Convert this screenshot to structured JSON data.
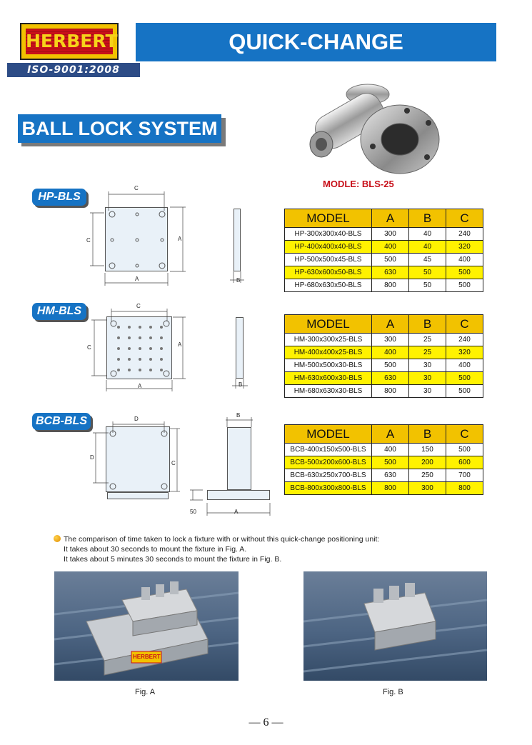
{
  "header": {
    "logo_text": "HERBERT",
    "iso": "ISO-9001:2008",
    "title": "QUICK-CHANGE"
  },
  "section_title": "BALL LOCK SYSTEM",
  "model_label": "MODLE:  BLS-25",
  "hp": {
    "tag": "HP-BLS",
    "dims": {
      "c_top": "C",
      "c_left": "C",
      "a_right": "A",
      "a_bottom": "A",
      "b": "B"
    },
    "headers": [
      "MODEL",
      "A",
      "B",
      "C"
    ],
    "rows": [
      [
        "HP-300x300x40-BLS",
        "300",
        "40",
        "240"
      ],
      [
        "HP-400x400x40-BLS",
        "400",
        "40",
        "320"
      ],
      [
        "HP-500x500x45-BLS",
        "500",
        "45",
        "400"
      ],
      [
        "HP-630x600x50-BLS",
        "630",
        "50",
        "500"
      ],
      [
        "HP-680x630x50-BLS",
        "800",
        "50",
        "500"
      ]
    ]
  },
  "hm": {
    "tag": "HM-BLS",
    "dims": {
      "c_top": "C",
      "c_left": "C",
      "a_right": "A",
      "a_bottom": "A",
      "b": "B"
    },
    "headers": [
      "MODEL",
      "A",
      "B",
      "C"
    ],
    "rows": [
      [
        "HM-300x300x25-BLS",
        "300",
        "25",
        "240"
      ],
      [
        "HM-400x400x25-BLS",
        "400",
        "25",
        "320"
      ],
      [
        "HM-500x500x30-BLS",
        "500",
        "30",
        "400"
      ],
      [
        "HM-630x600x30-BLS",
        "630",
        "30",
        "500"
      ],
      [
        "HM-680x630x30-BLS",
        "800",
        "30",
        "500"
      ]
    ]
  },
  "bcb": {
    "tag": "BCB-BLS",
    "dims": {
      "d_top": "D",
      "d_left": "D",
      "c_right": "C",
      "b_top": "B",
      "fifty": "50",
      "a_bottom": "A"
    },
    "headers": [
      "MODEL",
      "A",
      "B",
      "C"
    ],
    "rows": [
      [
        "BCB-400x150x500-BLS",
        "400",
        "150",
        "500"
      ],
      [
        "BCB-500x200x600-BLS",
        "500",
        "200",
        "600"
      ],
      [
        "BCB-630x250x700-BLS",
        "630",
        "250",
        "700"
      ],
      [
        "BCB-800x300x800-BLS",
        "800",
        "300",
        "800"
      ]
    ]
  },
  "note": {
    "lines": [
      "The comparison of time taken to lock a fixture with or without this quick-change positioning unit:",
      "It takes about 30 seconds to mount the fixture in Fig. A.",
      "It takes about 5 minutes 30 seconds to mount the fixture in Fig. B."
    ]
  },
  "figures": {
    "a_caption": "Fig. A",
    "b_caption": "Fig. B",
    "a_logo": "HERBERT"
  },
  "page_number": "— 6 —",
  "colors": {
    "blue": "#1673c4",
    "yellow_header": "#f2c200",
    "yellow_row": "#fff200",
    "red": "#c8101a"
  }
}
